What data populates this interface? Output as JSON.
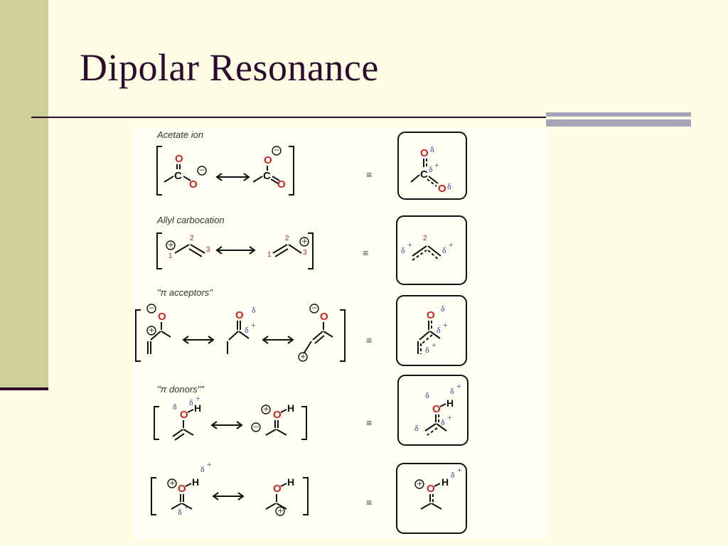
{
  "slide": {
    "title": "Dipolar Resonance"
  },
  "rows": [
    {
      "label": "Acetate ion"
    },
    {
      "label": "Allyl carbocation"
    },
    {
      "label": "\"π acceptors\""
    },
    {
      "label": "\"π donors\"\""
    },
    {
      "label": ""
    }
  ],
  "symbols": {
    "equivalence": "≡",
    "oxygen": "O",
    "carbon": "C",
    "hydrogen": "H",
    "delta": "δ",
    "plus": "+",
    "minus": "−"
  },
  "colors": {
    "background": "#fffde3",
    "sidebar": "#cfcf9a",
    "title": "#2d0a2e",
    "oxygen": "#d42020",
    "delta": "#3a3aa0"
  }
}
